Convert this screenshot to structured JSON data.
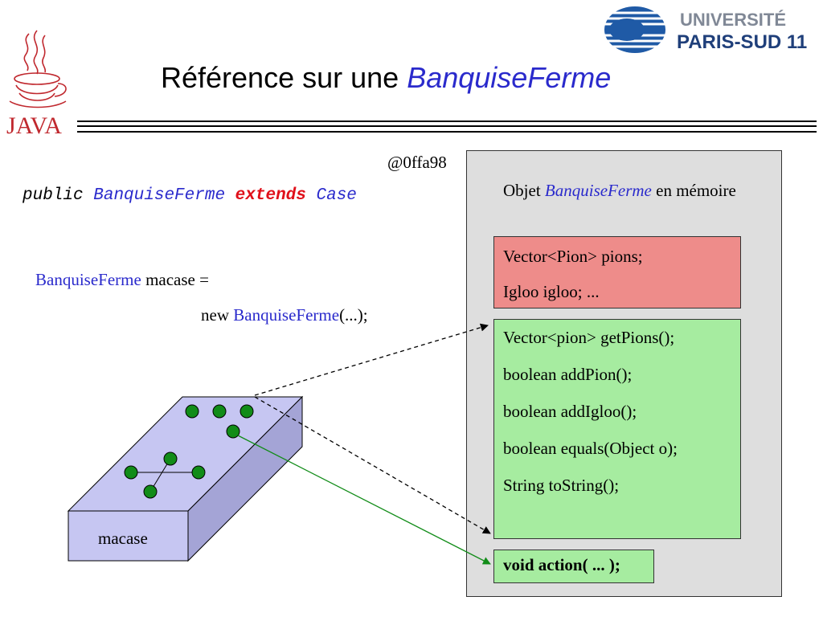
{
  "title": {
    "plain": "Référence sur une ",
    "highlight": "BanquiseFerme"
  },
  "logos": {
    "java": "JAVA",
    "university_line1": "UNIVERSITÉ",
    "university_line2": "PARIS-SUD 11"
  },
  "code_line": {
    "kw1": "public",
    "cls": "BanquiseFerme",
    "kw2": "extends",
    "parent": "Case"
  },
  "address": "@0ffa98",
  "declaration": {
    "type": "BanquiseFerme",
    "rest1": " macase =",
    "new_kw": "new ",
    "ctor": "BanquiseFerme",
    "args": "(...);"
  },
  "memory": {
    "label_pre": "Objet ",
    "label_class": "BanquiseFerme",
    "label_post": " en mémoire",
    "fields": [
      "Vector<Pion> pions;",
      "Igloo igloo; ..."
    ],
    "methods": [
      "Vector<pion> getPions();",
      "boolean addPion();",
      "boolean addIgloo();",
      "boolean equals(Object o);",
      "String toString();"
    ],
    "action": "void action( ... );"
  },
  "box_label": "macase",
  "colors": {
    "accent_blue": "#2a2acc",
    "keyword_red": "#e0101a",
    "fields_bg": "#ee8c8a",
    "methods_bg": "#a6eca0",
    "memory_bg": "#dedede",
    "box_top": "#c6c6f2",
    "box_side": "#a4a4d6",
    "dot_green": "#118c18",
    "arrow_green": "#118c18"
  }
}
